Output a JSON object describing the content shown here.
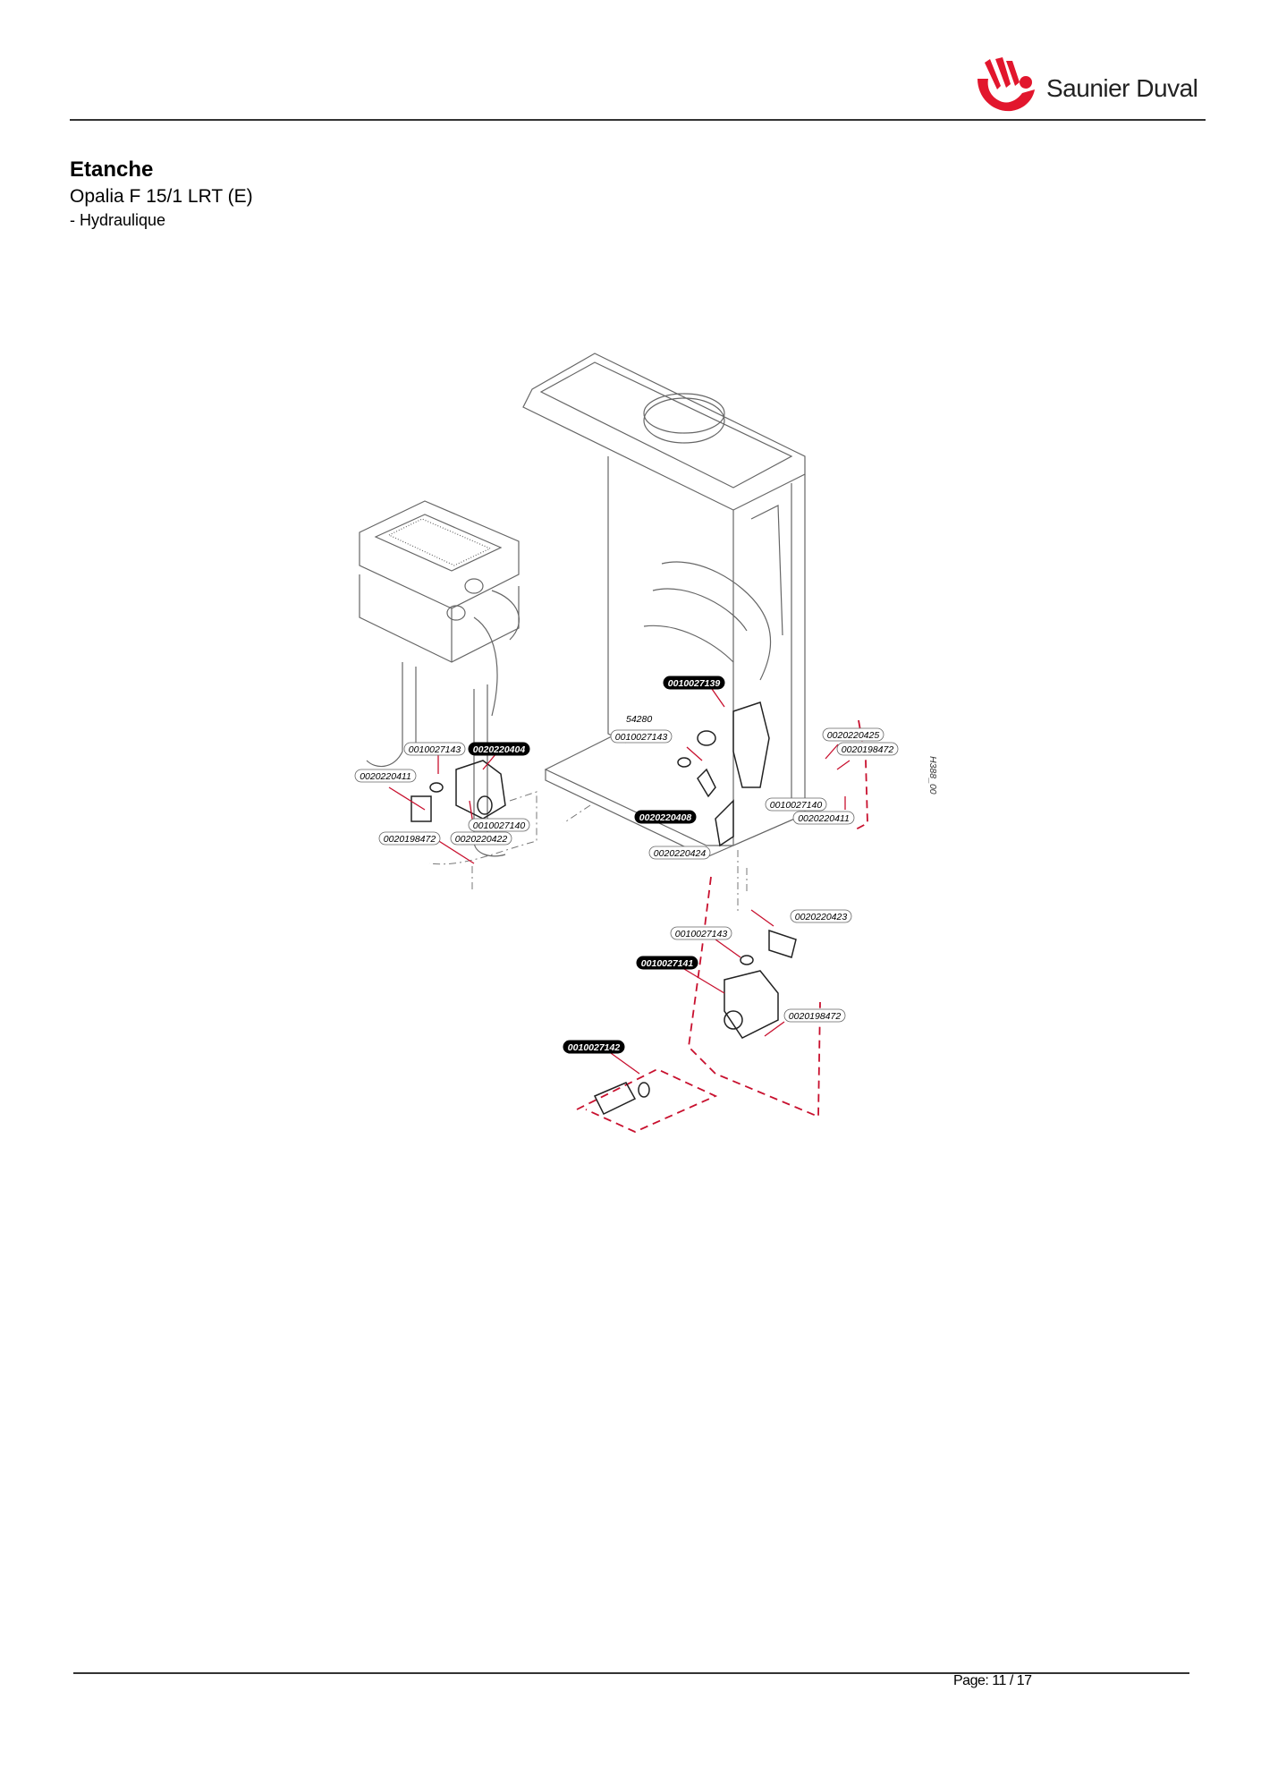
{
  "brand": {
    "name": "Saunier Duval",
    "accent_color": "#e2162d"
  },
  "document": {
    "title": "Etanche",
    "subtitle": "Opalia F 15/1 LRT (E)",
    "section": "- Hydraulique",
    "page_label": "Page: 11 / 17"
  },
  "diagram": {
    "drawing_code": "H388_00",
    "labels": [
      "0010027139",
      "54280",
      "0010027143",
      "0020220425",
      "0020198472",
      "0010027143",
      "0020220404",
      "0020220411",
      "0010027140",
      "0020198472",
      "0020220422",
      "0020220408",
      "0010027140",
      "0020220411",
      "0020220424",
      "0020220423",
      "0010027143",
      "0010027141",
      "0020198472",
      "0010027142"
    ]
  }
}
